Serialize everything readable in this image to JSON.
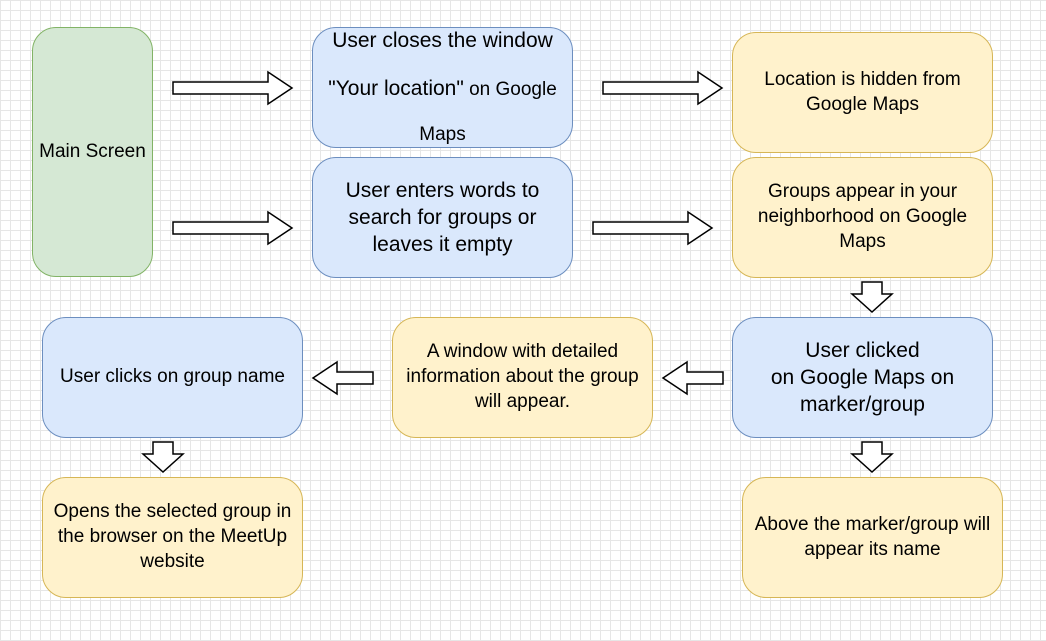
{
  "diagram": {
    "nodes": {
      "main_screen": "Main Screen",
      "closes_window": {
        "line1": "User closes the window",
        "line2a": "\"Your location\"",
        "line2b": " on Google",
        "line3": "Maps"
      },
      "location_hidden": "Location is hidden from\nGoogle Maps",
      "enters_words": "User enters words to\nsearch for groups or\nleaves it empty",
      "groups_appear": "Groups appear in your\nneighborhood on Google\nMaps",
      "clicked_marker": "User clicked\non Google Maps on\nmarker/group",
      "detailed_window": "A window with detailed\ninformation about the group\nwill appear.",
      "clicks_group_name": "User clicks on group name",
      "opens_group": "Opens the selected group in\nthe browser on the MeetUp\nwebsite",
      "name_appears": "Above the marker/group will\nappear its name"
    },
    "colors": {
      "green_fill": "#d5e8d4",
      "green_stroke": "#82b366",
      "blue_fill": "#dae8fc",
      "blue_stroke": "#6c8ebf",
      "yellow_fill": "#fff2cc",
      "yellow_stroke": "#d6b656"
    }
  }
}
